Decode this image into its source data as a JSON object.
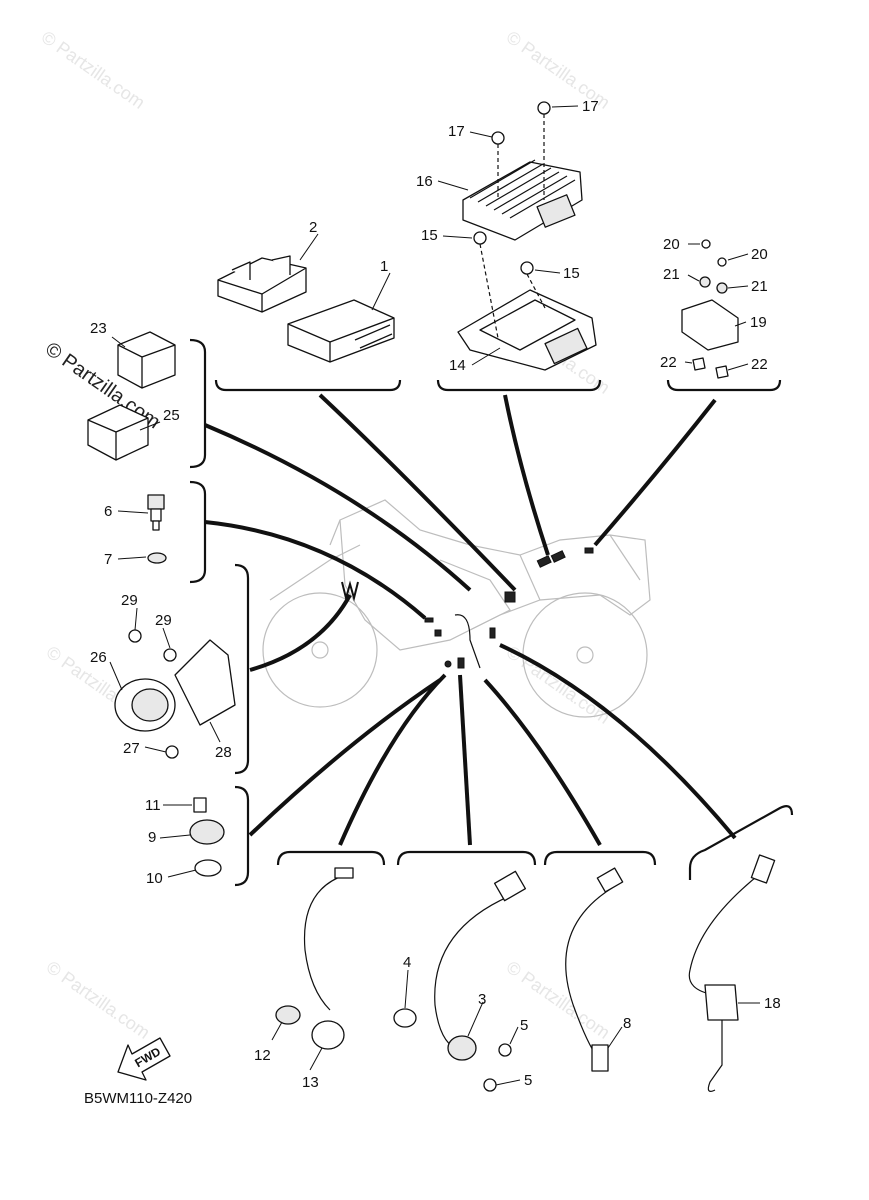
{
  "diagram": {
    "code": "B5WM110-Z420",
    "fwd_label": "FWD",
    "watermark": "© Partzilla.com",
    "callouts": [
      {
        "id": "c1",
        "label": "1"
      },
      {
        "id": "c2",
        "label": "2"
      },
      {
        "id": "c3",
        "label": "3"
      },
      {
        "id": "c4",
        "label": "4"
      },
      {
        "id": "c5a",
        "label": "5"
      },
      {
        "id": "c5b",
        "label": "5"
      },
      {
        "id": "c6",
        "label": "6"
      },
      {
        "id": "c7",
        "label": "7"
      },
      {
        "id": "c8",
        "label": "8"
      },
      {
        "id": "c9",
        "label": "9"
      },
      {
        "id": "c10",
        "label": "10"
      },
      {
        "id": "c11",
        "label": "11"
      },
      {
        "id": "c12",
        "label": "12"
      },
      {
        "id": "c13",
        "label": "13"
      },
      {
        "id": "c14",
        "label": "14"
      },
      {
        "id": "c15a",
        "label": "15"
      },
      {
        "id": "c15b",
        "label": "15"
      },
      {
        "id": "c16",
        "label": "16"
      },
      {
        "id": "c17a",
        "label": "17"
      },
      {
        "id": "c17b",
        "label": "17"
      },
      {
        "id": "c18",
        "label": "18"
      },
      {
        "id": "c19",
        "label": "19"
      },
      {
        "id": "c20a",
        "label": "20"
      },
      {
        "id": "c20b",
        "label": "20"
      },
      {
        "id": "c21a",
        "label": "21"
      },
      {
        "id": "c21b",
        "label": "21"
      },
      {
        "id": "c22a",
        "label": "22"
      },
      {
        "id": "c22b",
        "label": "22"
      },
      {
        "id": "c23",
        "label": "23"
      },
      {
        "id": "c25",
        "label": "25"
      },
      {
        "id": "c26",
        "label": "26"
      },
      {
        "id": "c27",
        "label": "27"
      },
      {
        "id": "c28",
        "label": "28"
      },
      {
        "id": "c29a",
        "label": "29"
      },
      {
        "id": "c29b",
        "label": "29"
      }
    ]
  }
}
